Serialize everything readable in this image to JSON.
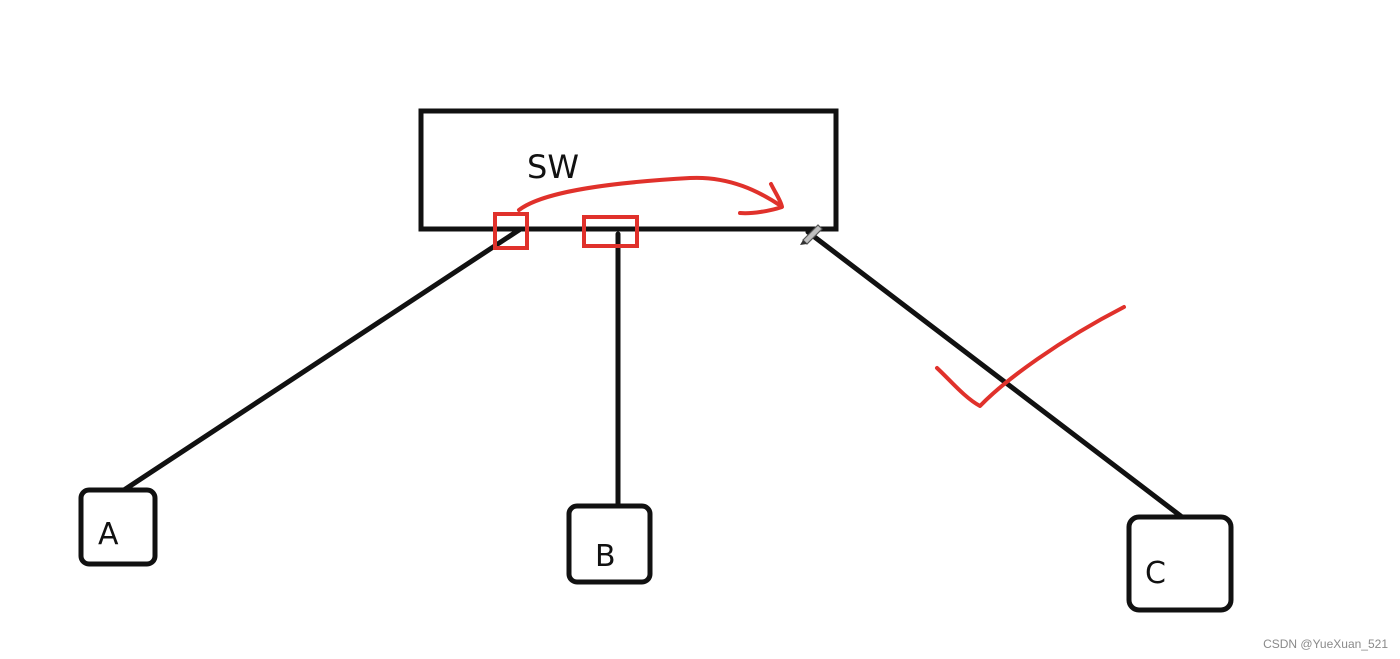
{
  "diagram": {
    "switch": {
      "label": "SW"
    },
    "hosts": [
      {
        "id": "A",
        "label": "A"
      },
      {
        "id": "B",
        "label": "B"
      },
      {
        "id": "C",
        "label": "C"
      }
    ]
  },
  "watermark": "CSDN @YueXuan_521",
  "colors": {
    "stroke": "#111111",
    "annotation": "#e0312b",
    "pencil": "#888888"
  }
}
